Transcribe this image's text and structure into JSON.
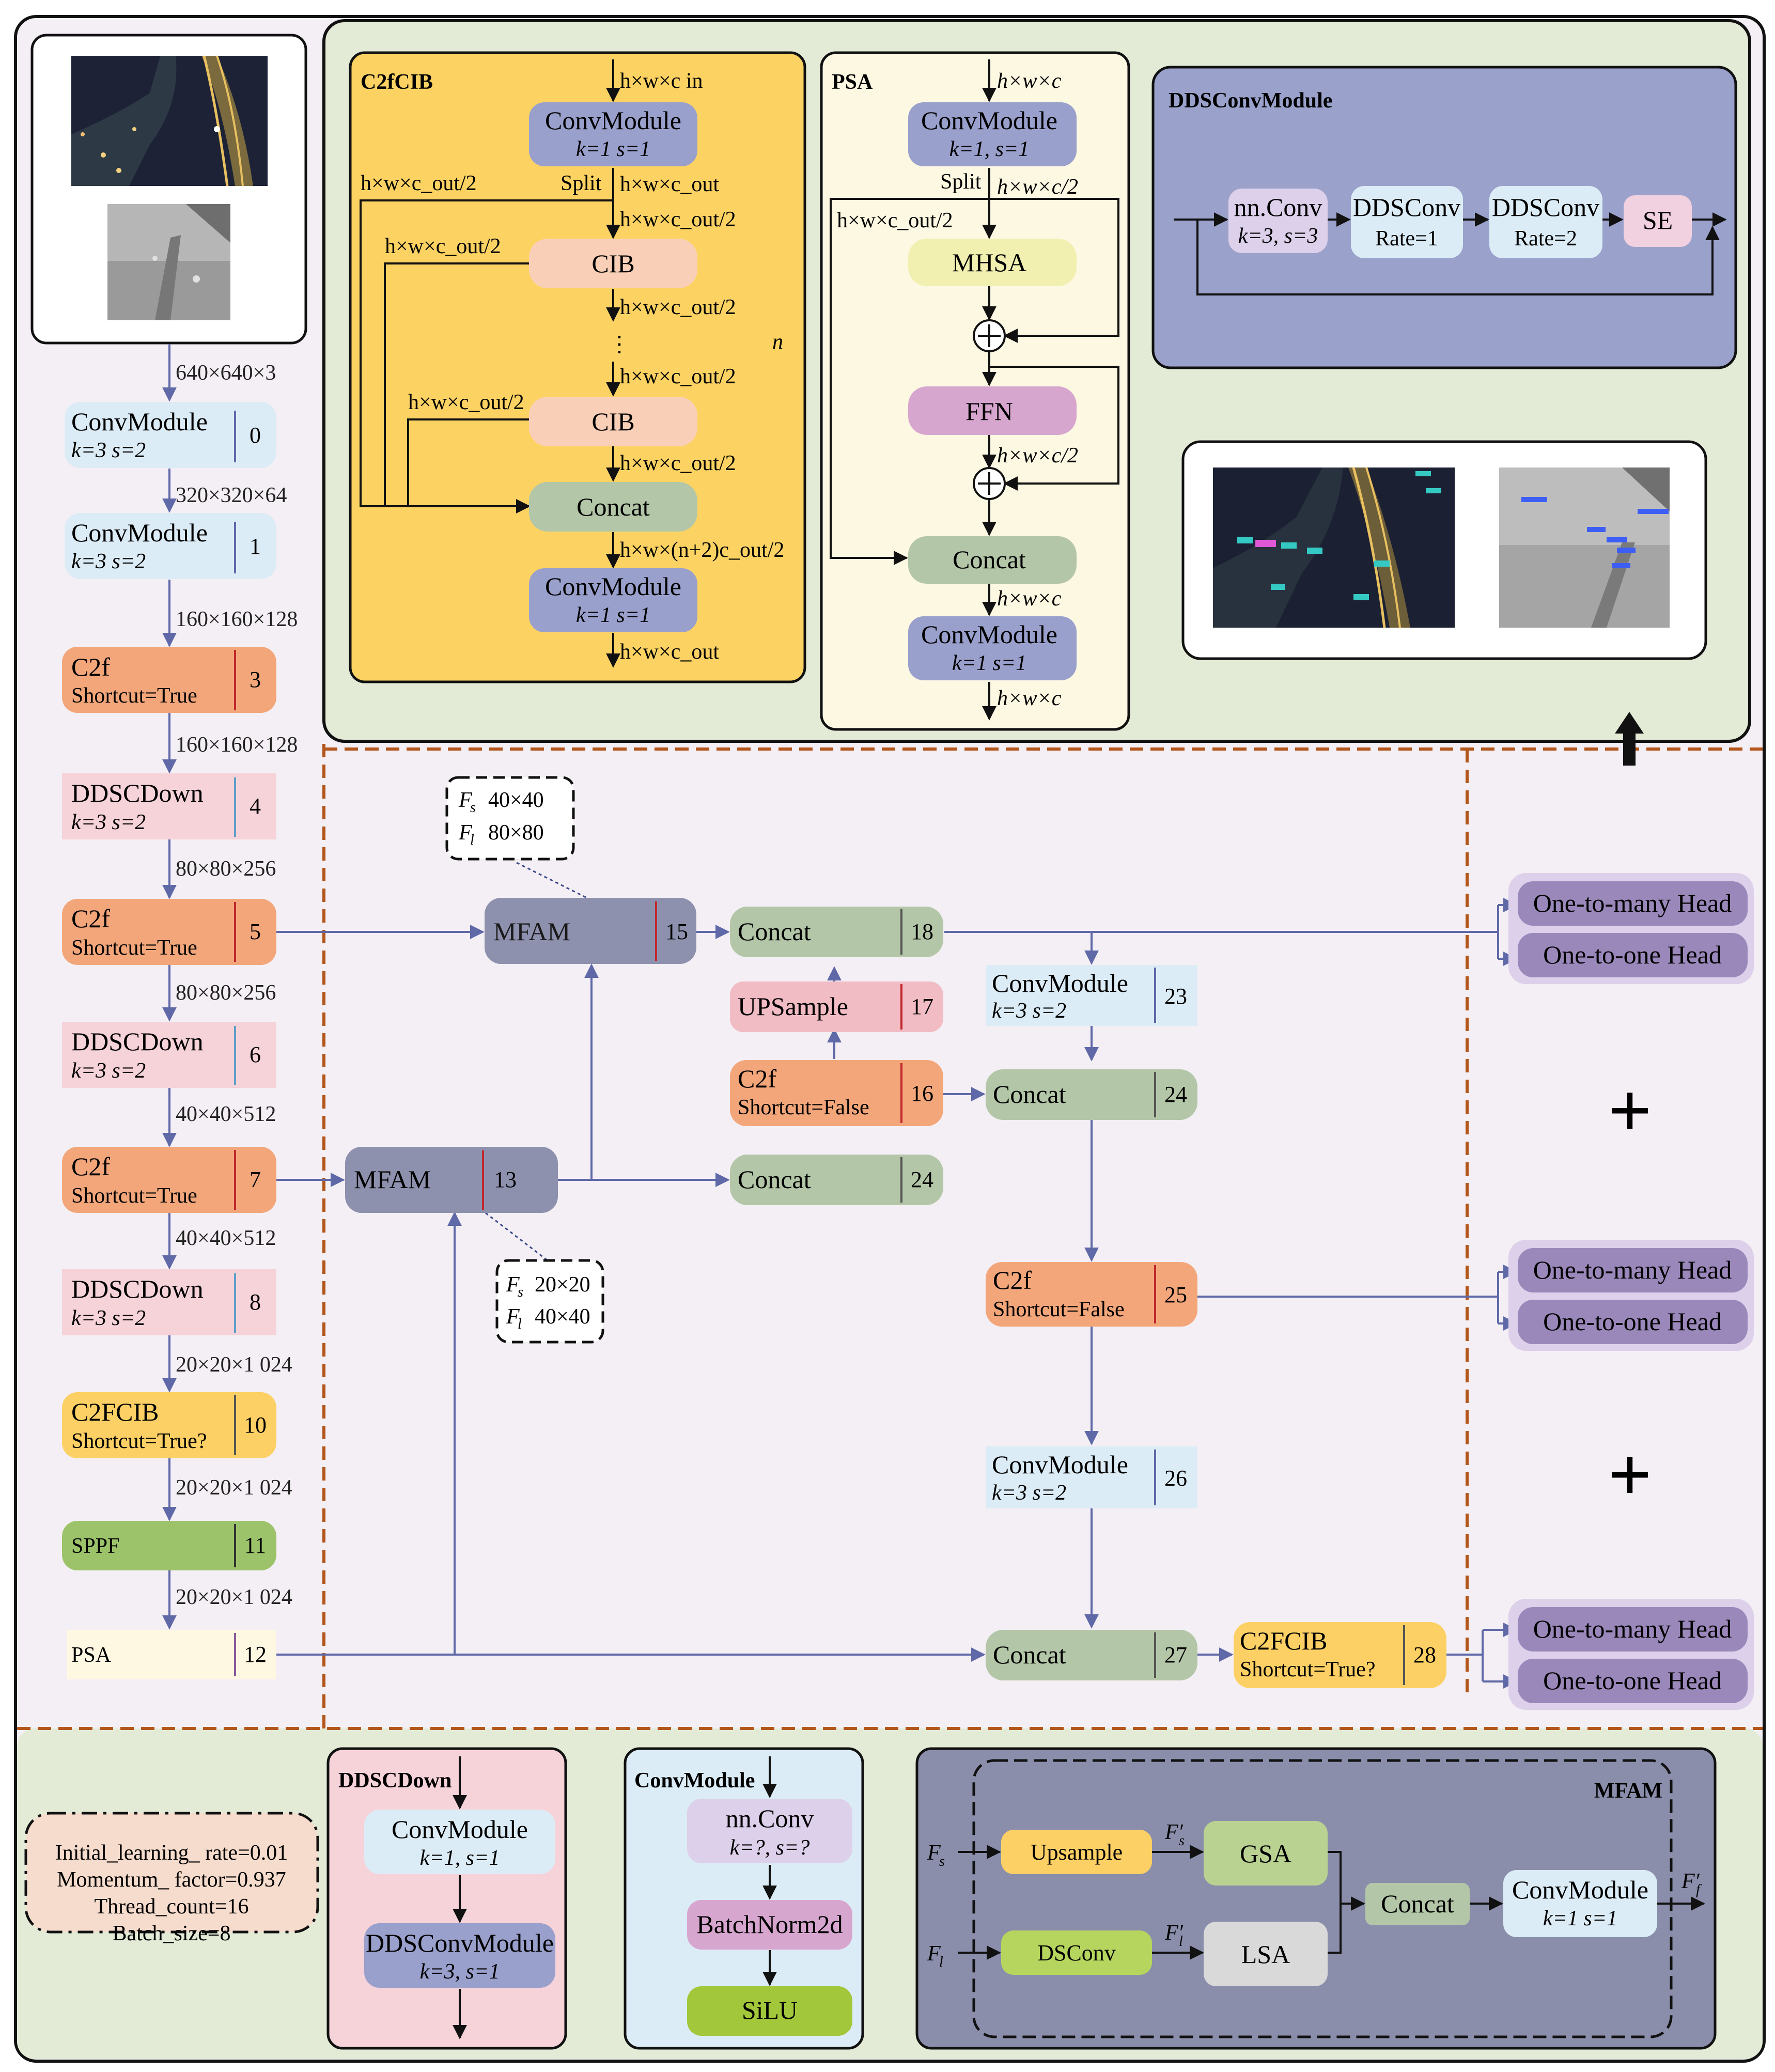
{
  "colors": {
    "left_panel_bg": "#f4eff4",
    "top_panel_bg": "#e3ebd6",
    "bottom_panel_bg": "#e3ebd6",
    "c2fcib_bg": "#fcd363",
    "psa_bg": "#fdf8e2",
    "ddsconv_bg": "#9aa1cb",
    "mfam_bg": "#8a8eab",
    "conv_blue": "#dcecf6",
    "conv_purple": "#9aa0cc",
    "c2f_orange": "#f2a67a",
    "ddsc_pink": "#f6d2d9",
    "c2fcib_yellow": "#fcd064",
    "sppf_green": "#9cc36a",
    "psa_cream": "#fef8e3",
    "concat_green": "#b3c6a8",
    "upsample_pink": "#f1bcc4",
    "mfam_node": "#8e91ae",
    "head_purple": "#9b88bb",
    "head_bg": "#dcd0ea",
    "dashed_orange": "#b3561b",
    "arrow_blue": "#5f69a8"
  },
  "backbone": {
    "dims": [
      "640×640×3",
      "320×320×64",
      "160×160×128",
      "160×160×128",
      "80×80×256",
      "80×80×256",
      "40×40×512",
      "40×40×512",
      "20×20×1 024",
      "20×20×1 024",
      "20×20×1 024"
    ],
    "nodes": [
      {
        "main": "ConvModule",
        "sub": "k=3 s=2",
        "num": "0"
      },
      {
        "main": "ConvModule",
        "sub": "k=3 s=2",
        "num": "1"
      },
      {
        "main": "C2f",
        "sub": "Shortcut=True",
        "num": "3"
      },
      {
        "main": "DDSCDown",
        "sub": "k=3 s=2",
        "num": "4"
      },
      {
        "main": "C2f",
        "sub": "Shortcut=True",
        "num": "5"
      },
      {
        "main": "DDSCDown",
        "sub": "k=3 s=2",
        "num": "6"
      },
      {
        "main": "C2f",
        "sub": "Shortcut=True",
        "num": "7"
      },
      {
        "main": "DDSCDown",
        "sub": "k=3 s=2",
        "num": "8"
      },
      {
        "main": "C2FCIB",
        "sub": "Shortcut=True?",
        "num": "10"
      },
      {
        "main": "SPPF",
        "sub": "",
        "num": "11"
      },
      {
        "main": "PSA",
        "sub": "",
        "num": "12"
      }
    ]
  },
  "neck": {
    "mfam15": {
      "main": "MFAM",
      "num": "15"
    },
    "mfam13": {
      "main": "MFAM",
      "num": "13"
    },
    "concat18": {
      "main": "Concat",
      "num": "18"
    },
    "ups17": {
      "main": "UPSample",
      "num": "17"
    },
    "c2f16": {
      "main": "C2f",
      "sub": "Shortcut=False",
      "num": "16"
    },
    "concat24a": {
      "main": "Concat",
      "num": "24"
    },
    "conv23": {
      "main": "ConvModule",
      "sub": "k=3 s=2",
      "num": "23"
    },
    "concat24b": {
      "main": "Concat",
      "num": "24"
    },
    "c2f25": {
      "main": "C2f",
      "sub": "Shortcut=False",
      "num": "25"
    },
    "conv26": {
      "main": "ConvModule",
      "sub": "k=3 s=2",
      "num": "26"
    },
    "concat27": {
      "main": "Concat",
      "num": "27"
    },
    "c2fcib28": {
      "main": "C2FCIB",
      "sub": "Shortcut=True?",
      "num": "28"
    },
    "note15": {
      "l1": "F",
      "l1s": "s",
      "l1v": "40×40",
      "l2": "F",
      "l2s": "l",
      "l2v": "80×80"
    },
    "note13": {
      "l1": "F",
      "l1s": "s",
      "l1v": "20×20",
      "l2": "F",
      "l2s": "l",
      "l2v": "40×40"
    }
  },
  "heads": {
    "many": "One-to-many Head",
    "one": "One-to-one Head",
    "plus": "+"
  },
  "c2fcib": {
    "title": "C2fCIB",
    "in": "h×w×c in",
    "conv1_main": "ConvModule",
    "conv1_sub": "k=1 s=1",
    "split": "Split",
    "split_right": "h×w×c_out",
    "split_left": "h×w×c_out/2",
    "d1": "h×w×c_out/2",
    "d1_left": "h×w×c_out/2",
    "cib1": "CIB",
    "d2": "h×w×c_out/2",
    "dots": "⋮",
    "n": "n",
    "d3": "h×w×c_out/2",
    "d3_left": "h×w×c_out/2",
    "cib2": "CIB",
    "d4": "h×w×c_out/2",
    "concat": "Concat",
    "d5": "h×w×(n+2)c_out/2",
    "conv2_main": "ConvModule",
    "conv2_sub": "k=1 s=1",
    "out": "h×w×c_out"
  },
  "psa": {
    "title": "PSA",
    "in": "h×w×c",
    "conv1_main": "ConvModule",
    "conv1_sub": "k=1, s=1",
    "split": "Split",
    "split_right": "h×w×c/2",
    "split_left": "h×w×c_out/2",
    "mhsa": "MHSA",
    "ffn": "FFN",
    "d_ffn": "h×w×c/2",
    "concat": "Concat",
    "d_concat": "h×w×c",
    "conv2_main": "ConvModule",
    "conv2_sub": "k=1 s=1",
    "out": "h×w×c"
  },
  "ddsconv": {
    "title": "DDSConvModule",
    "nnconv_main": "nn.Conv",
    "nnconv_sub": "k=3, s=3",
    "dds1_main": "DDSConv",
    "dds1_sub": "Rate=1",
    "dds2_main": "DDSConv",
    "dds2_sub": "Rate=2",
    "se": "SE"
  },
  "params": {
    "lines": [
      "Initial_learning_ rate=0.01",
      "Momentum_ factor=0.937",
      "Thread_count=16",
      "Batch_size=8"
    ]
  },
  "ddscdown": {
    "title": "DDSCDown",
    "conv_main": "ConvModule",
    "conv_sub": "k=1, s=1",
    "dds_main": "DDSConvModule",
    "dds_sub": "k=3, s=1"
  },
  "convmodule": {
    "title": "ConvModule",
    "nn_main": "nn.Conv",
    "nn_sub": "k=?, s=?",
    "bn": "BatchNorm2d",
    "silu": "SiLU"
  },
  "mfam": {
    "title": "MFAM",
    "fs": "F",
    "fs_sub": "s",
    "fl": "F",
    "fl_sub": "l",
    "upsample": "Upsample",
    "dsconv": "DSConv",
    "fs_p": "F′",
    "fs_p_sub": "s",
    "fl_p": "F′",
    "fl_p_sub": "l",
    "gsa": "GSA",
    "lsa": "LSA",
    "concat": "Concat",
    "conv_main": "ConvModule",
    "conv_sub": "k=1 s=1",
    "ff": "F′",
    "ff_sub": "f"
  }
}
